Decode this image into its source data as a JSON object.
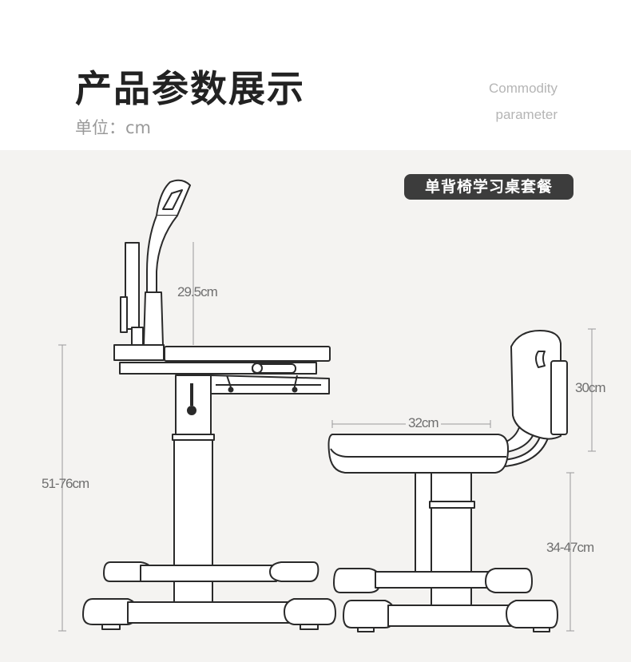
{
  "header": {
    "title": "产品参数展示",
    "unit_label": "单位：cm",
    "subtitle_en_line1": "Commodity",
    "subtitle_en_line2": "parameter"
  },
  "product": {
    "set_name": "单背椅学习桌套餐"
  },
  "dimensions": {
    "lamp_height": "29.5cm",
    "desk_height": "51-76cm",
    "chair_back_height": "30cm",
    "seat_width": "32cm",
    "seat_height": "34-47cm"
  },
  "colors": {
    "panel_background": "#f4f3f1",
    "line_drawing": "#2a2a2a",
    "badge_background": "#3c3c3c"
  }
}
